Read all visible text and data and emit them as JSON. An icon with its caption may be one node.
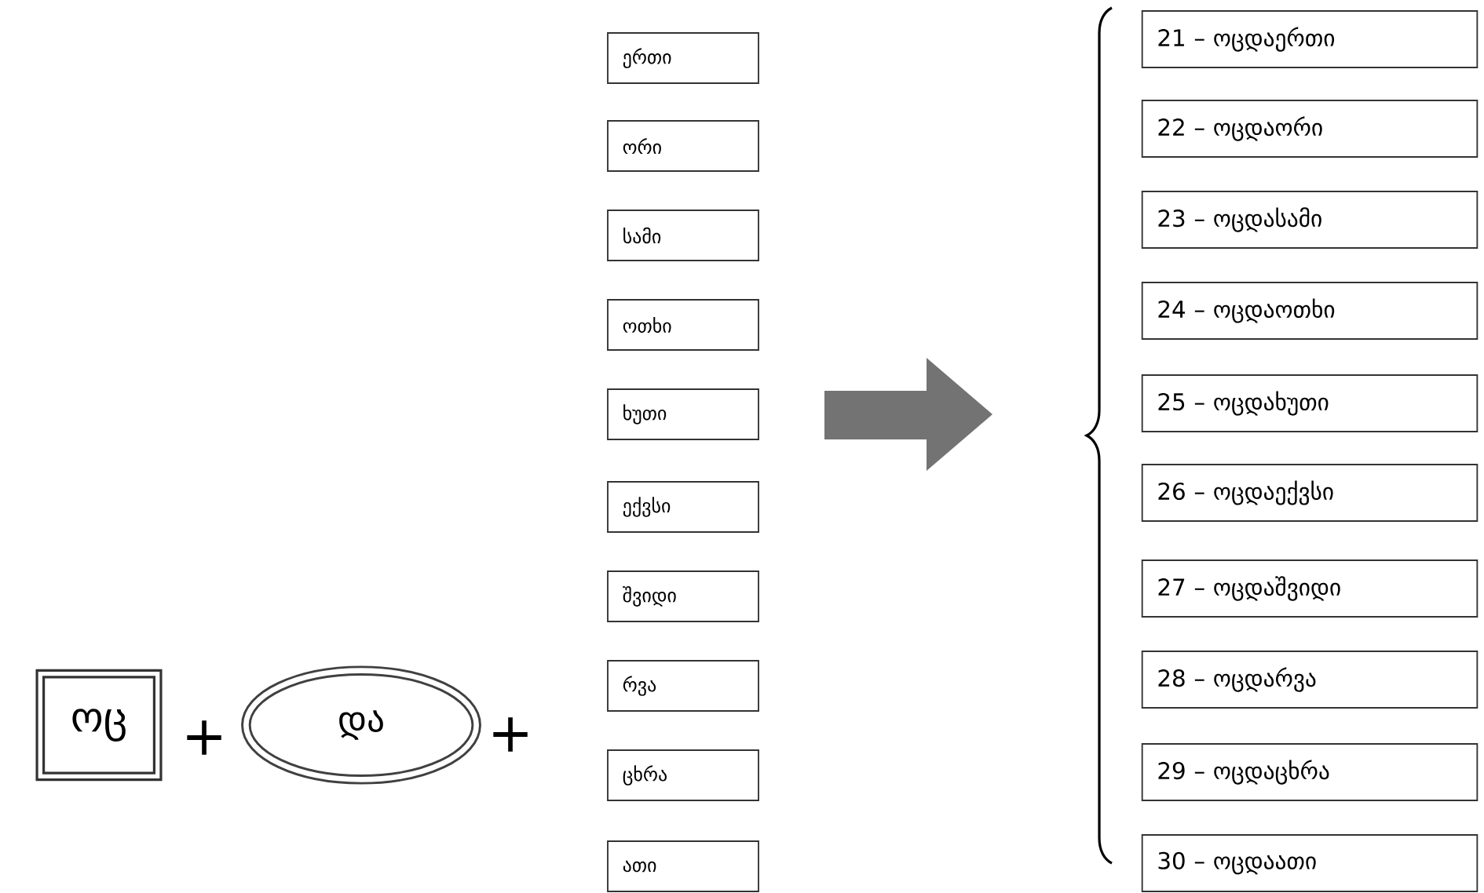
{
  "diagram": {
    "nodes": [
      {
        "text": [
          "ოც"
        ]
      },
      {
        "text": [
          "და"
        ]
      },
      {
        "text": [
          "ერთი"
        ]
      },
      {
        "text": [
          "ორი"
        ]
      },
      {
        "text": [
          "სამი"
        ]
      },
      {
        "text": [
          "ოთხი"
        ]
      },
      {
        "text": [
          "ხუთი"
        ]
      },
      {
        "text": [
          "ექვსი"
        ]
      },
      {
        "text": [
          "შვიდი"
        ]
      },
      {
        "text": [
          "რვა"
        ]
      },
      {
        "text": [
          "ცხრა"
        ]
      },
      {
        "text": [
          "ათი"
        ]
      },
      {
        "text": [
          "21 – ოცდაერთი"
        ]
      },
      {
        "text": [
          "22 – ოცდაორი"
        ]
      },
      {
        "text": [
          "23 – ოცდასამი"
        ]
      },
      {
        "text": [
          "24 – ოცდაოთხი"
        ]
      },
      {
        "text": [
          "25 – ოცდახუთი"
        ]
      },
      {
        "text": [
          "26 – ოცდაექვსი"
        ]
      },
      {
        "text": [
          "27 – ოცდაშვიდი"
        ]
      },
      {
        "text": [
          "28 – ოცდარვა"
        ]
      },
      {
        "text": [
          "29 – ოცდაცხრა"
        ]
      },
      {
        "text": [
          "30 – ოცდაათი"
        ]
      }
    ],
    "labels": [
      "+",
      "+"
    ]
  }
}
